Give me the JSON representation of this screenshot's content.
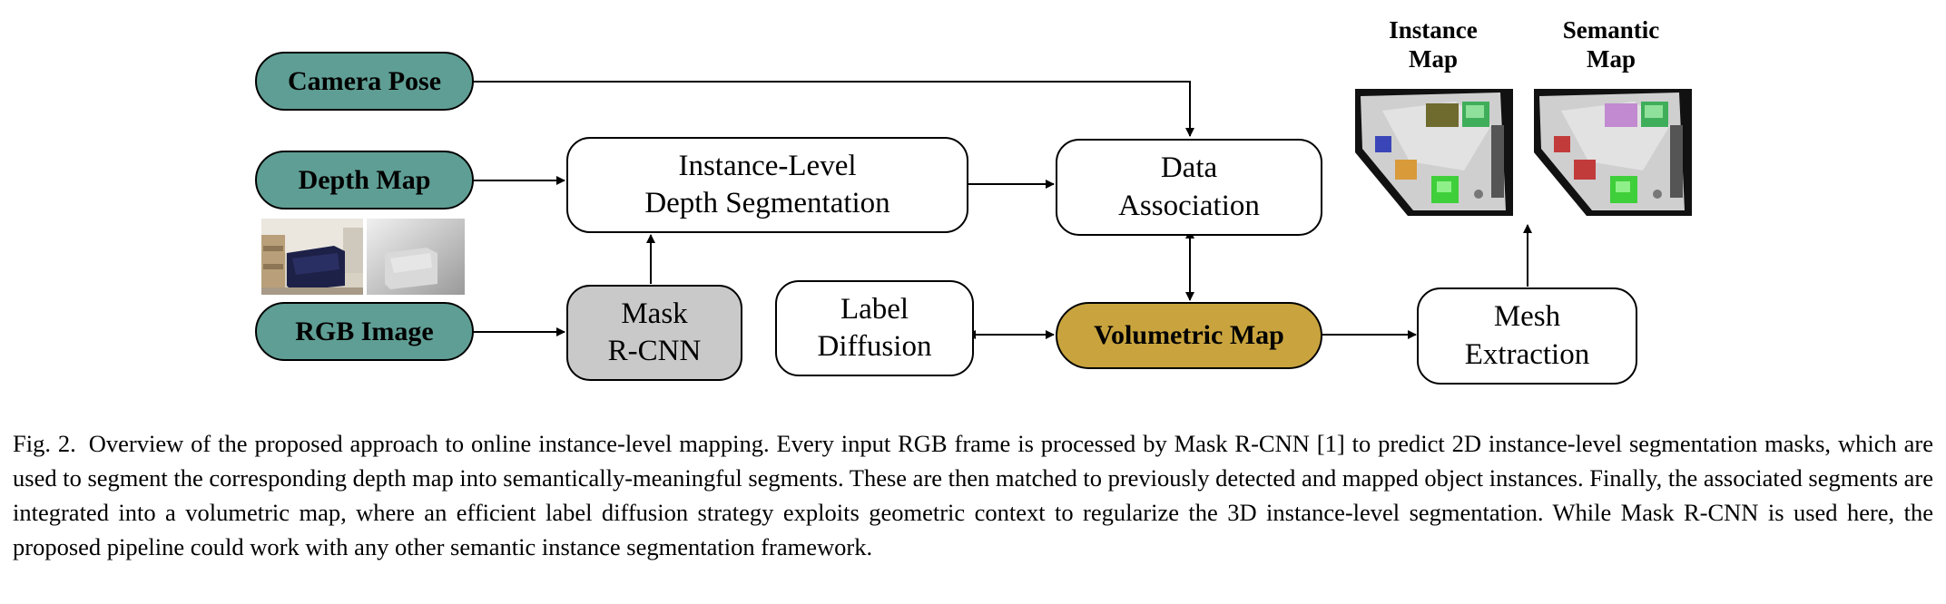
{
  "nodes": {
    "camera_pose": "Camera Pose",
    "depth_map": "Depth Map",
    "rgb_image": "RGB Image",
    "instance_depth_seg": "Instance-Level\nDepth Segmentation",
    "mask_rcnn": "Mask\nR-CNN",
    "label_diffusion": "Label\nDiffusion",
    "data_association": "Data\nAssociation",
    "volumetric_map": "Volumetric Map",
    "mesh_extraction": "Mesh\nExtraction"
  },
  "maps": {
    "instance_title": "Instance\nMap",
    "semantic_title": "Semantic\nMap"
  },
  "colors": {
    "input_nodes": "#5f9e94",
    "mask_rcnn": "#c9c9c9",
    "volumetric_map": "#c9a43e"
  },
  "caption": {
    "label": "Fig. 2.",
    "text": "Overview of the proposed approach to online instance-level mapping. Every input RGB frame is processed by Mask R-CNN [1] to predict 2D instance-level segmentation masks, which are used to segment the corresponding depth map into semantically-meaningful segments. These are then matched to previously detected and mapped object instances. Finally, the associated segments are integrated into a volumetric map, where an efficient label diffusion strategy exploits geometric context to regularize the 3D instance-level segmentation. While Mask R-CNN is used here, the proposed pipeline could work with any other semantic instance segmentation framework."
  }
}
